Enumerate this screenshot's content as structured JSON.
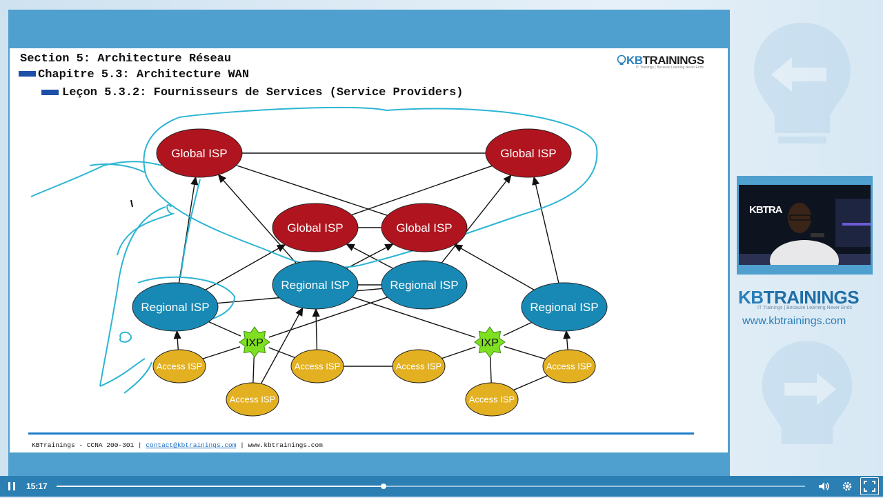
{
  "slide": {
    "section": "Section 5: Architecture Réseau",
    "chapter": "Chapitre 5.3: Architecture WAN",
    "lesson": "Leçon 5.3.2: Fournisseurs de Services (Service Providers)",
    "logo_small": {
      "kb": "KB",
      "trainings": "TRAININGS",
      "tagline": "IT Trainings | Because Learning Never Ends"
    },
    "footer": {
      "prefix": "KBTrainings - CCNA 200-301 | ",
      "email": "contact@kbtrainings.com",
      "suffix": " | www.kbtrainings.com"
    }
  },
  "diagram": {
    "global_isps": [
      "Global ISP",
      "Global ISP",
      "Global ISP",
      "Global ISP"
    ],
    "regional_isps": [
      "Regional ISP",
      "Regional ISP",
      "Regional ISP",
      "Regional ISP"
    ],
    "ixps": [
      "IXP",
      "IXP"
    ],
    "access_isps": [
      "Access ISP",
      "Access ISP",
      "Access ISP",
      "Access ISP",
      "Access ISP",
      "Access ISP"
    ],
    "colors": {
      "global": "#b0151f",
      "regional": "#1889b5",
      "access": "#e3b021",
      "ixp": "#7ee021",
      "annotation": "#2cb5d3"
    }
  },
  "sidebar": {
    "brand": {
      "kb": "KB",
      "trainings": "TRAININGS",
      "tagline": "IT Trainings | Because Learning Never Ends"
    },
    "url": "www.kbtrainings.com",
    "webcam_text": "KBTRA"
  },
  "player": {
    "time": "15:17",
    "progress": 0.437,
    "icons": [
      "pause-icon",
      "volume-icon",
      "settings-icon",
      "fullscreen-icon"
    ]
  }
}
